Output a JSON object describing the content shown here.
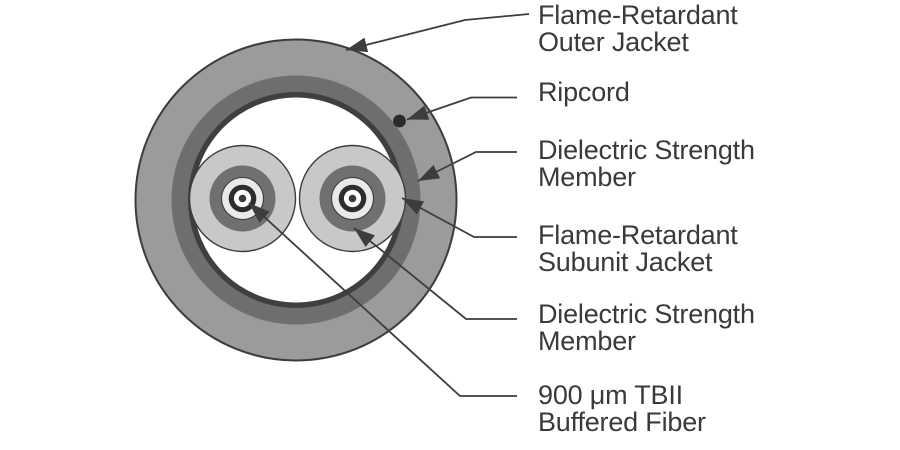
{
  "labels": [
    {
      "name": "flame-retardant-outer-jacket",
      "lines": [
        "Flame-Retardant",
        "Outer Jacket"
      ]
    },
    {
      "name": "ripcord",
      "lines": [
        "Ripcord"
      ]
    },
    {
      "name": "dielectric-strength-member-cable",
      "lines": [
        "Dielectric Strength",
        "Member"
      ]
    },
    {
      "name": "flame-retardant-subunit-jacket",
      "lines": [
        "Flame-Retardant",
        "Subunit Jacket"
      ]
    },
    {
      "name": "dielectric-strength-member-subunit",
      "lines": [
        "Dielectric Strength",
        "Member"
      ]
    },
    {
      "name": "buffered-fiber",
      "lines": [
        "900 μm TBII",
        "Buffered Fiber"
      ]
    }
  ],
  "colors": {
    "background": "#ffffff",
    "outer_jacket": "#9b9b9b",
    "dielectric_member": "#6e6e6e",
    "inner_liner": "#3f3f3f",
    "interior": "#ffffff",
    "subunit_jacket": "#c8c8c8",
    "subunit_dielectric": "#707070",
    "buffer": "#e9e9e9",
    "fiber_ring": "#2d2d2d",
    "fiber_inner": "#ffffff",
    "fiber_core": "#3a3a3a",
    "ripcord": "#2b2b2b",
    "line": "#3d3d3d",
    "text": "#3a3a3a"
  }
}
